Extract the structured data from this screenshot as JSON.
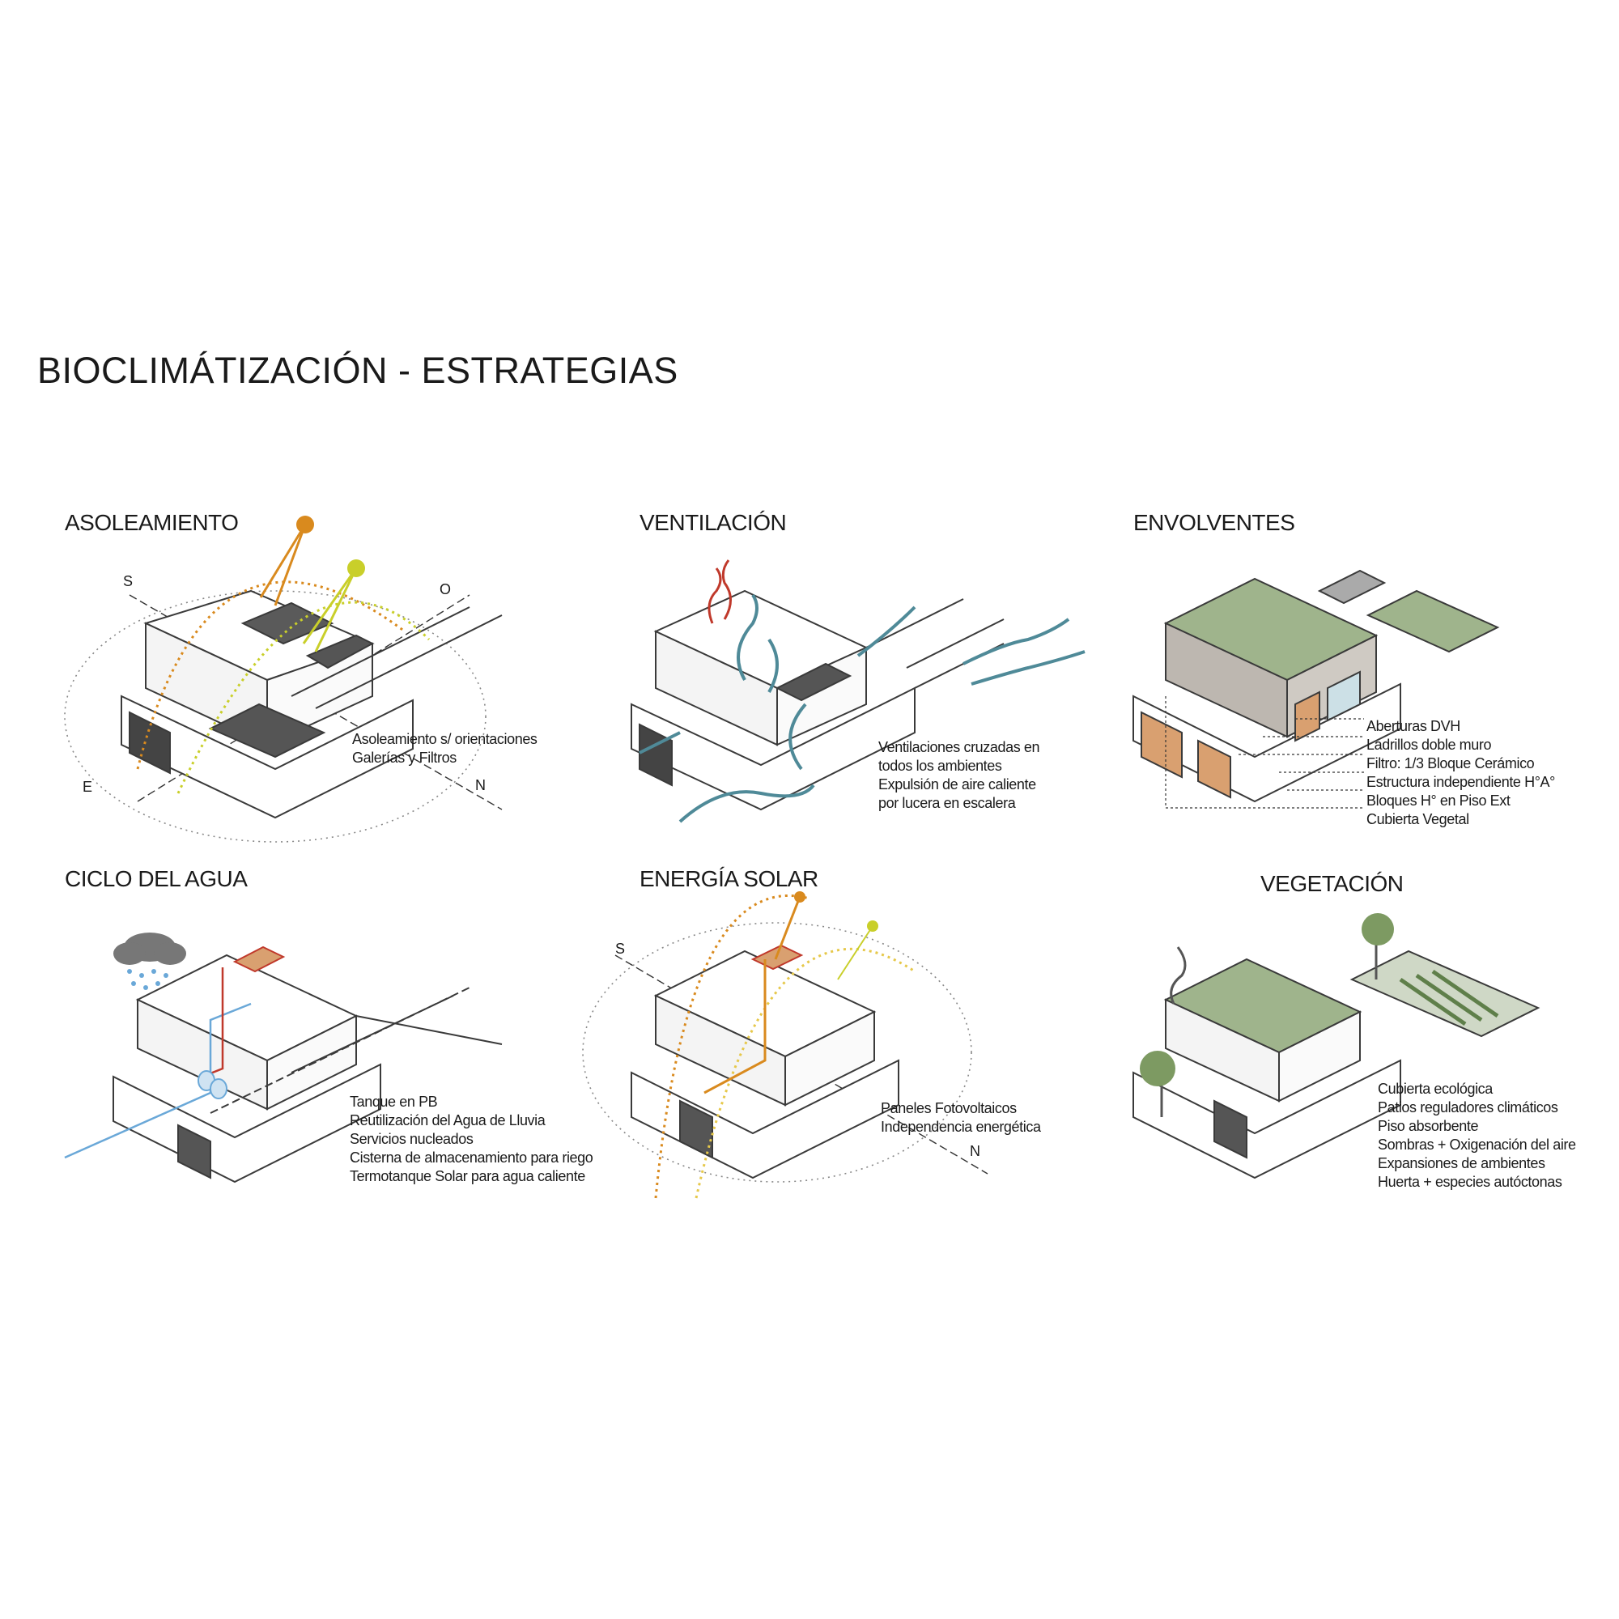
{
  "page": {
    "title": "BIOCLIMÁTIZACIÓN - ESTRATEGIAS"
  },
  "panels": {
    "asoleamiento": {
      "title": "ASOLEAMIENTO",
      "notes": [
        "Asoleamiento s/ orientaciones",
        "Galerías y Filtros"
      ],
      "compass": {
        "s": "S",
        "o": "O",
        "e": "E",
        "n": "N"
      }
    },
    "ventilacion": {
      "title": "VENTILACIÓN",
      "notes": [
        "Ventilaciones cruzadas en",
        "todos los ambientes",
        "Expulsión de aire caliente",
        "por lucera en escalera"
      ]
    },
    "envolventes": {
      "title": "ENVOLVENTES",
      "notes": [
        "Aberturas DVH",
        "Ladrillos doble muro",
        "Filtro: 1/3 Bloque Cerámico",
        "Estructura independiente H°A°",
        "Bloques H° en Piso Ext",
        "Cubierta Vegetal"
      ]
    },
    "ciclo_agua": {
      "title": "CICLO DEL AGUA",
      "notes": [
        "Tanque en PB",
        "Reutilización del Agua de Lluvia",
        "Servicios nucleados",
        "Cisterna de almacenamiento para riego",
        "Termotanque Solar para agua caliente"
      ]
    },
    "energia_solar": {
      "title": "ENERGÍA SOLAR",
      "notes": [
        "Paneles Fotovoltaicos",
        "Independencia energética"
      ],
      "compass": {
        "s": "S",
        "n": "N"
      }
    },
    "vegetacion": {
      "title": "VEGETACIÓN",
      "notes": [
        "Cubierta ecológica",
        "Patios reguladores climáticos",
        "Piso absorbente",
        "Sombras + Oxigenación del aire",
        "Expansiones de ambientes",
        "Huerta + especies autóctonas"
      ]
    }
  },
  "colors": {
    "line": "#3a3a3a",
    "sun_orange": "#d98a1e",
    "sun_yellow": "#c9cf2a",
    "air_blue": "#4f8a98",
    "hot_air": "#c0392b",
    "water_blue": "#6aa8d8",
    "green_roof": "#9fb48c",
    "wood": "#d9a070",
    "shadow": "#555555"
  }
}
